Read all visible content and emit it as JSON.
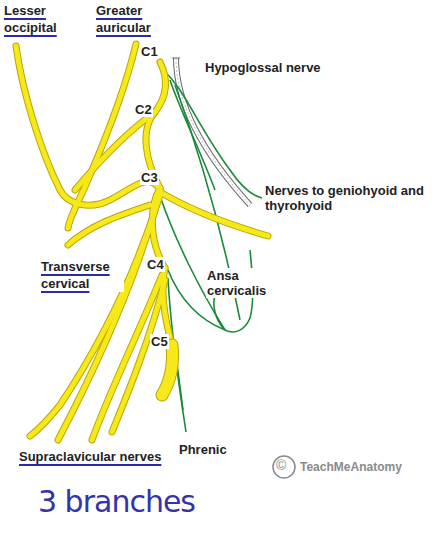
{
  "diagram": {
    "labels": [
      "Lesser occipital",
      "Greater auricular",
      "C1",
      "Hypoglossal nerve",
      "C2",
      "Nerves to geniohyoid and thyrohyoid",
      "C3",
      "Transverse cervical",
      "C4",
      "Ansa cervicalis",
      "C5",
      "Supraclavicular nerves",
      "Phrenic",
      "©",
      "TeachMeAnatomy",
      "3 branches"
    ]
  }
}
